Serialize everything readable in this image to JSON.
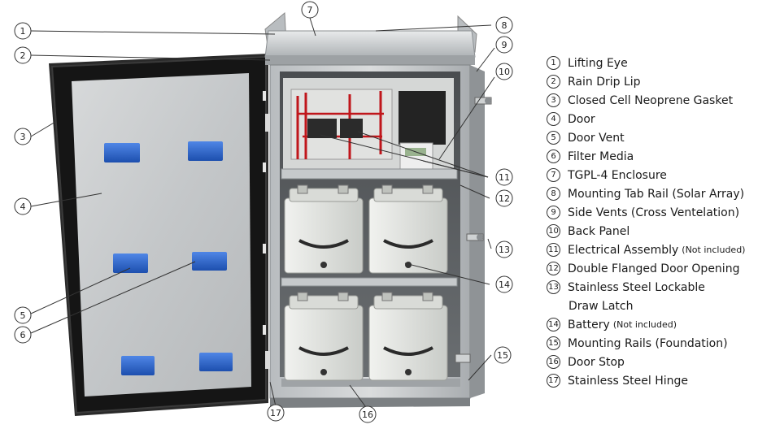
{
  "callouts": [
    {
      "num": "1",
      "label": "Lifting Eye"
    },
    {
      "num": "2",
      "label": "Rain Drip Lip"
    },
    {
      "num": "3",
      "label": "Closed Cell Neoprene Gasket"
    },
    {
      "num": "4",
      "label": "Door"
    },
    {
      "num": "5",
      "label": "Door Vent"
    },
    {
      "num": "6",
      "label": "Filter Media"
    },
    {
      "num": "7",
      "label": "TGPL-4 Enclosure"
    },
    {
      "num": "8",
      "label": "Mounting Tab Rail (Solar Array)"
    },
    {
      "num": "9",
      "label": "Side Vents (Cross Ventelation)"
    },
    {
      "num": "10",
      "label": "Back Panel"
    },
    {
      "num": "11",
      "label": "Electrical Assembly",
      "note": "(Not included)"
    },
    {
      "num": "12",
      "label": "Double Flanged Door Opening"
    },
    {
      "num": "13",
      "label": "Stainless Steel Lockable",
      "label_line2": "Draw Latch"
    },
    {
      "num": "14",
      "label": "Battery",
      "note": "(Not included)"
    },
    {
      "num": "15",
      "label": "Mounting Rails (Foundation)"
    },
    {
      "num": "16",
      "label": "Door Stop"
    },
    {
      "num": "17",
      "label": "Stainless Steel Hinge"
    }
  ],
  "colors": {
    "stainless": "#c9cdd1",
    "stainless_dark": "#8e9499",
    "gasket": "#1b1b1b",
    "filter_media": "#2f66c9",
    "battery": "#e4e6e2",
    "wire_red": "#c0161b"
  },
  "battery_count": 4,
  "vent_count": 6
}
